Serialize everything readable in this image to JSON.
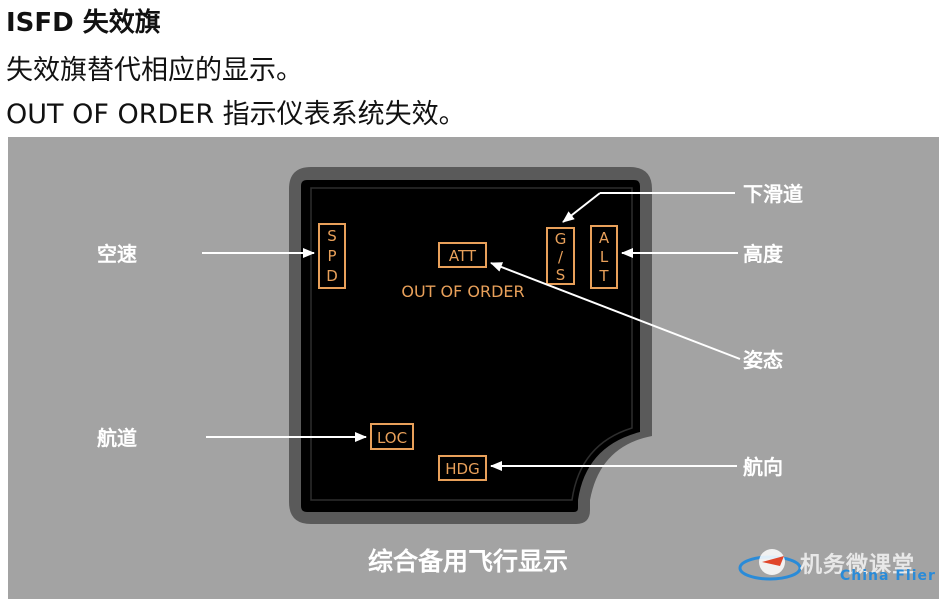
{
  "header": {
    "title": "ISFD 失效旗",
    "line1": "失效旗替代相应的显示。",
    "line2": "OUT OF ORDER 指示仪表系统失效。"
  },
  "display": {
    "flags": {
      "spd": [
        "S",
        "P",
        "D"
      ],
      "att": "ATT",
      "gs": [
        "G",
        "/",
        "S"
      ],
      "alt": [
        "A",
        "L",
        "T"
      ],
      "loc": "LOC",
      "hdg": "HDG"
    },
    "out_of_order": "OUT OF ORDER"
  },
  "callouts": {
    "speed": "空速",
    "glideslope": "下滑道",
    "altitude": "高度",
    "attitude": "姿态",
    "localizer": "航道",
    "heading": "航向"
  },
  "caption": "综合备用飞行显示",
  "watermark": {
    "main": "机务微课堂",
    "sub": "China Flier"
  },
  "colors": {
    "flag": "#e8a05a",
    "panel_bg": "#a3a3a3",
    "bezel": "#5a5a5a",
    "screen": "#000000",
    "arrow": "#ffffff"
  }
}
